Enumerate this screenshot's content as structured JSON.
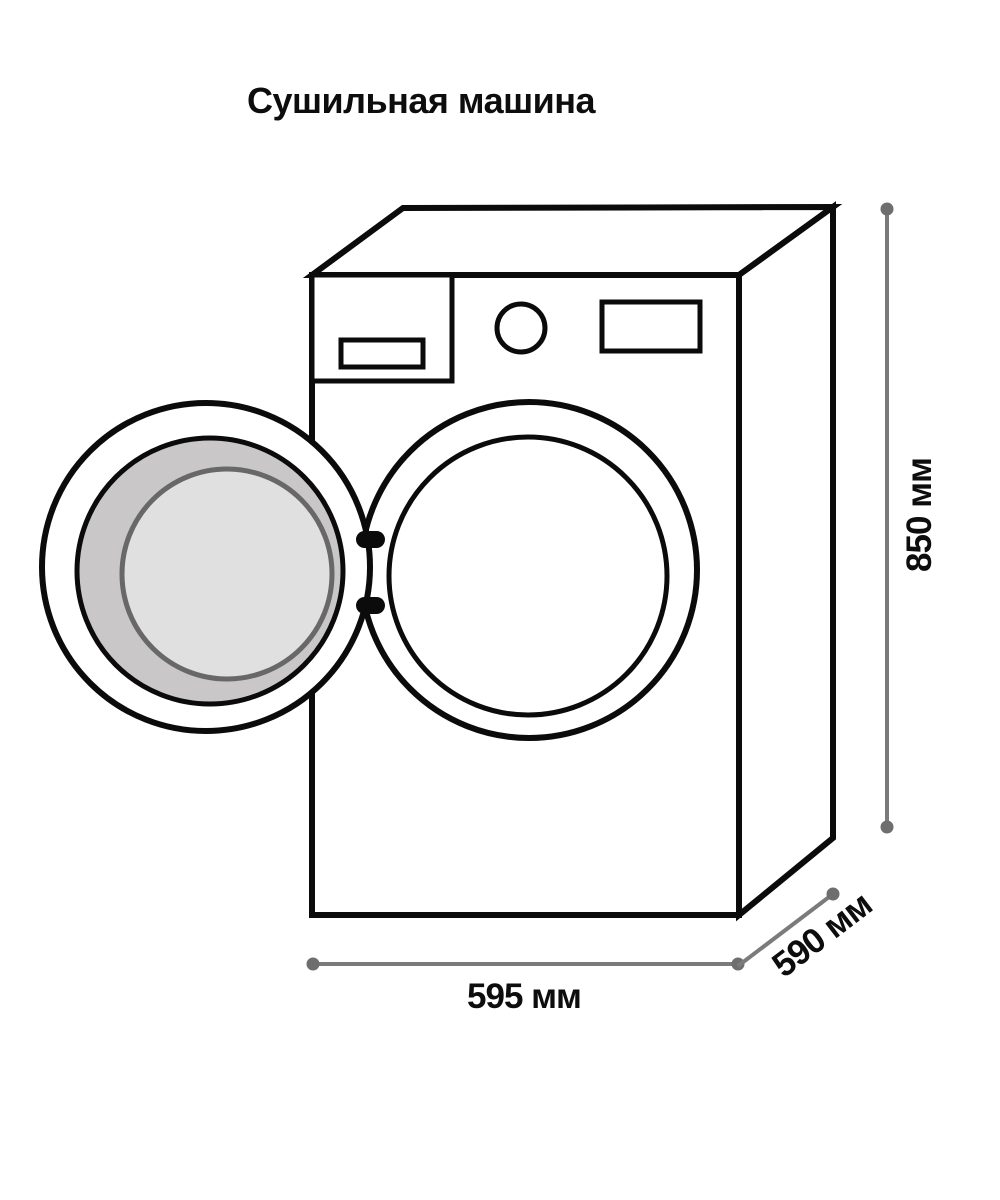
{
  "page": {
    "title": "Сушильная машина"
  },
  "diagram": {
    "type": "appliance-dimension-drawing",
    "subject": "dryer-machine-isometric-line-art",
    "dimensions": {
      "height_label": "850 мм",
      "width_label": "595 мм",
      "depth_label": "590 мм"
    },
    "colors": {
      "outline_black": "#0b0b0b",
      "dimension_gray": "#7b7b7b",
      "dot_gray": "#6e6e6e",
      "door_ring_gray": "#c9c7c7",
      "door_glass_gray": "#e1e0e0",
      "door_glass_stroke": "#686868",
      "background": "#ffffff"
    }
  }
}
